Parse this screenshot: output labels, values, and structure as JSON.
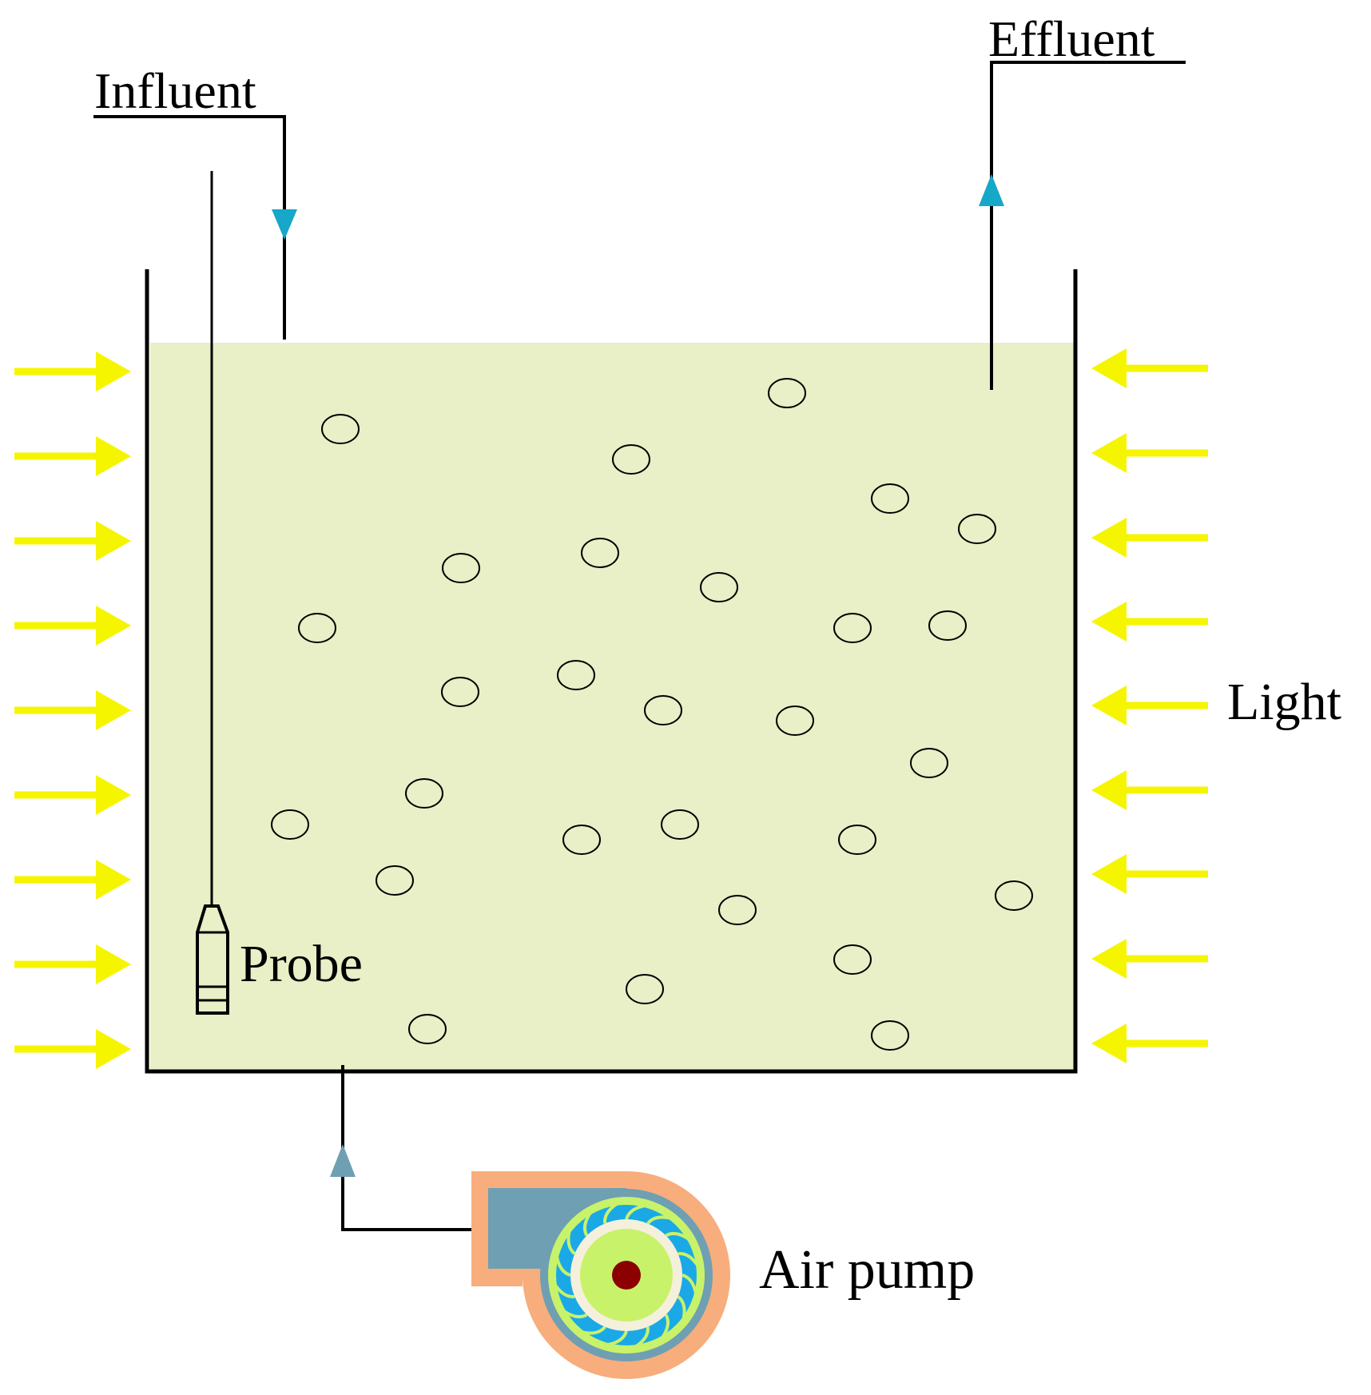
{
  "labels": {
    "influent": "Influent",
    "effluent": "Effluent",
    "light": "Light",
    "probe": "Probe",
    "air_pump": "Air pump"
  },
  "colors": {
    "liquid": "#e9efc6",
    "light_arrow": "#f5f500",
    "flow_arrow": "#17a7c8",
    "air_arrow": "#6f9fb2",
    "pump_outer": "#f8ad7c",
    "pump_casing": "#6f9fb2",
    "pump_blade": "#1aa9e6",
    "pump_ring": "#f5f0dc",
    "pump_core": "#c8f26a",
    "pump_center": "#8b0000",
    "line": "#000000"
  }
}
